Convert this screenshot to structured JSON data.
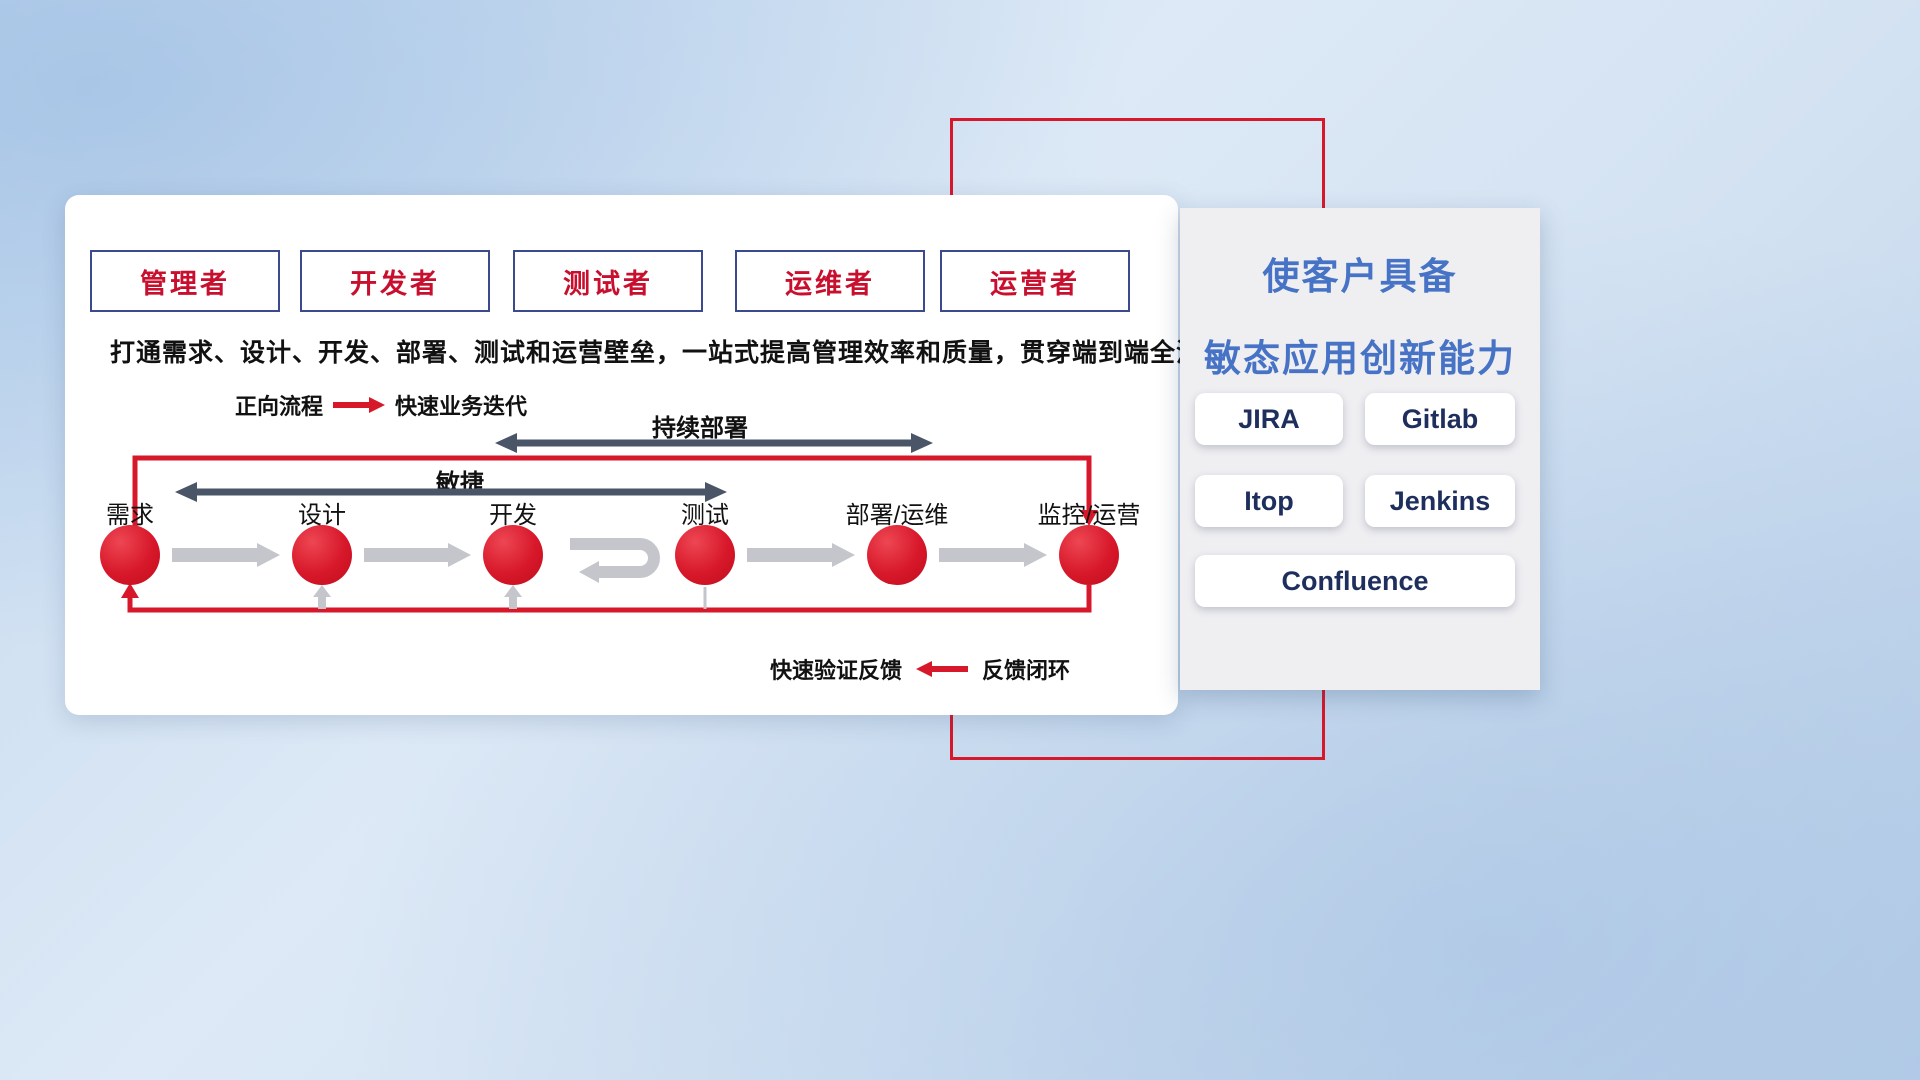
{
  "roles": [
    "管理者",
    "开发者",
    "测试者",
    "运维者",
    "运营者"
  ],
  "subtitle": "打通需求、设计、开发、部署、测试和运营壁垒，一站式提高管理效率和质量，贯穿端到端全流程",
  "legend": {
    "forward_label": "正向流程",
    "forward_desc": "快速业务迭代",
    "feedback_desc": "快速验证反馈",
    "feedback_label": "反馈闭环"
  },
  "spans": {
    "continuous_deploy": "持续部署",
    "agile": "敏捷"
  },
  "pipeline": [
    "需求",
    "设计",
    "开发",
    "测试",
    "部署/运维",
    "监控/运营"
  ],
  "panel": {
    "title_line1": "使客户具备",
    "title_line2": "敏态应用创新能力",
    "tools": [
      "JIRA",
      "Gitlab",
      "Itop",
      "Jenkins",
      "Confluence"
    ]
  },
  "colors": {
    "accent_red": "#d7182a",
    "role_text_red": "#c8102e",
    "role_border_navy": "#3a4a8c",
    "dark_arrow": "#4a5568",
    "gray_arrow": "#c4c6cc",
    "panel_title_blue": "#4673c5",
    "tool_text_navy": "#1e2f5e",
    "panel_bg": "#efeff2"
  }
}
